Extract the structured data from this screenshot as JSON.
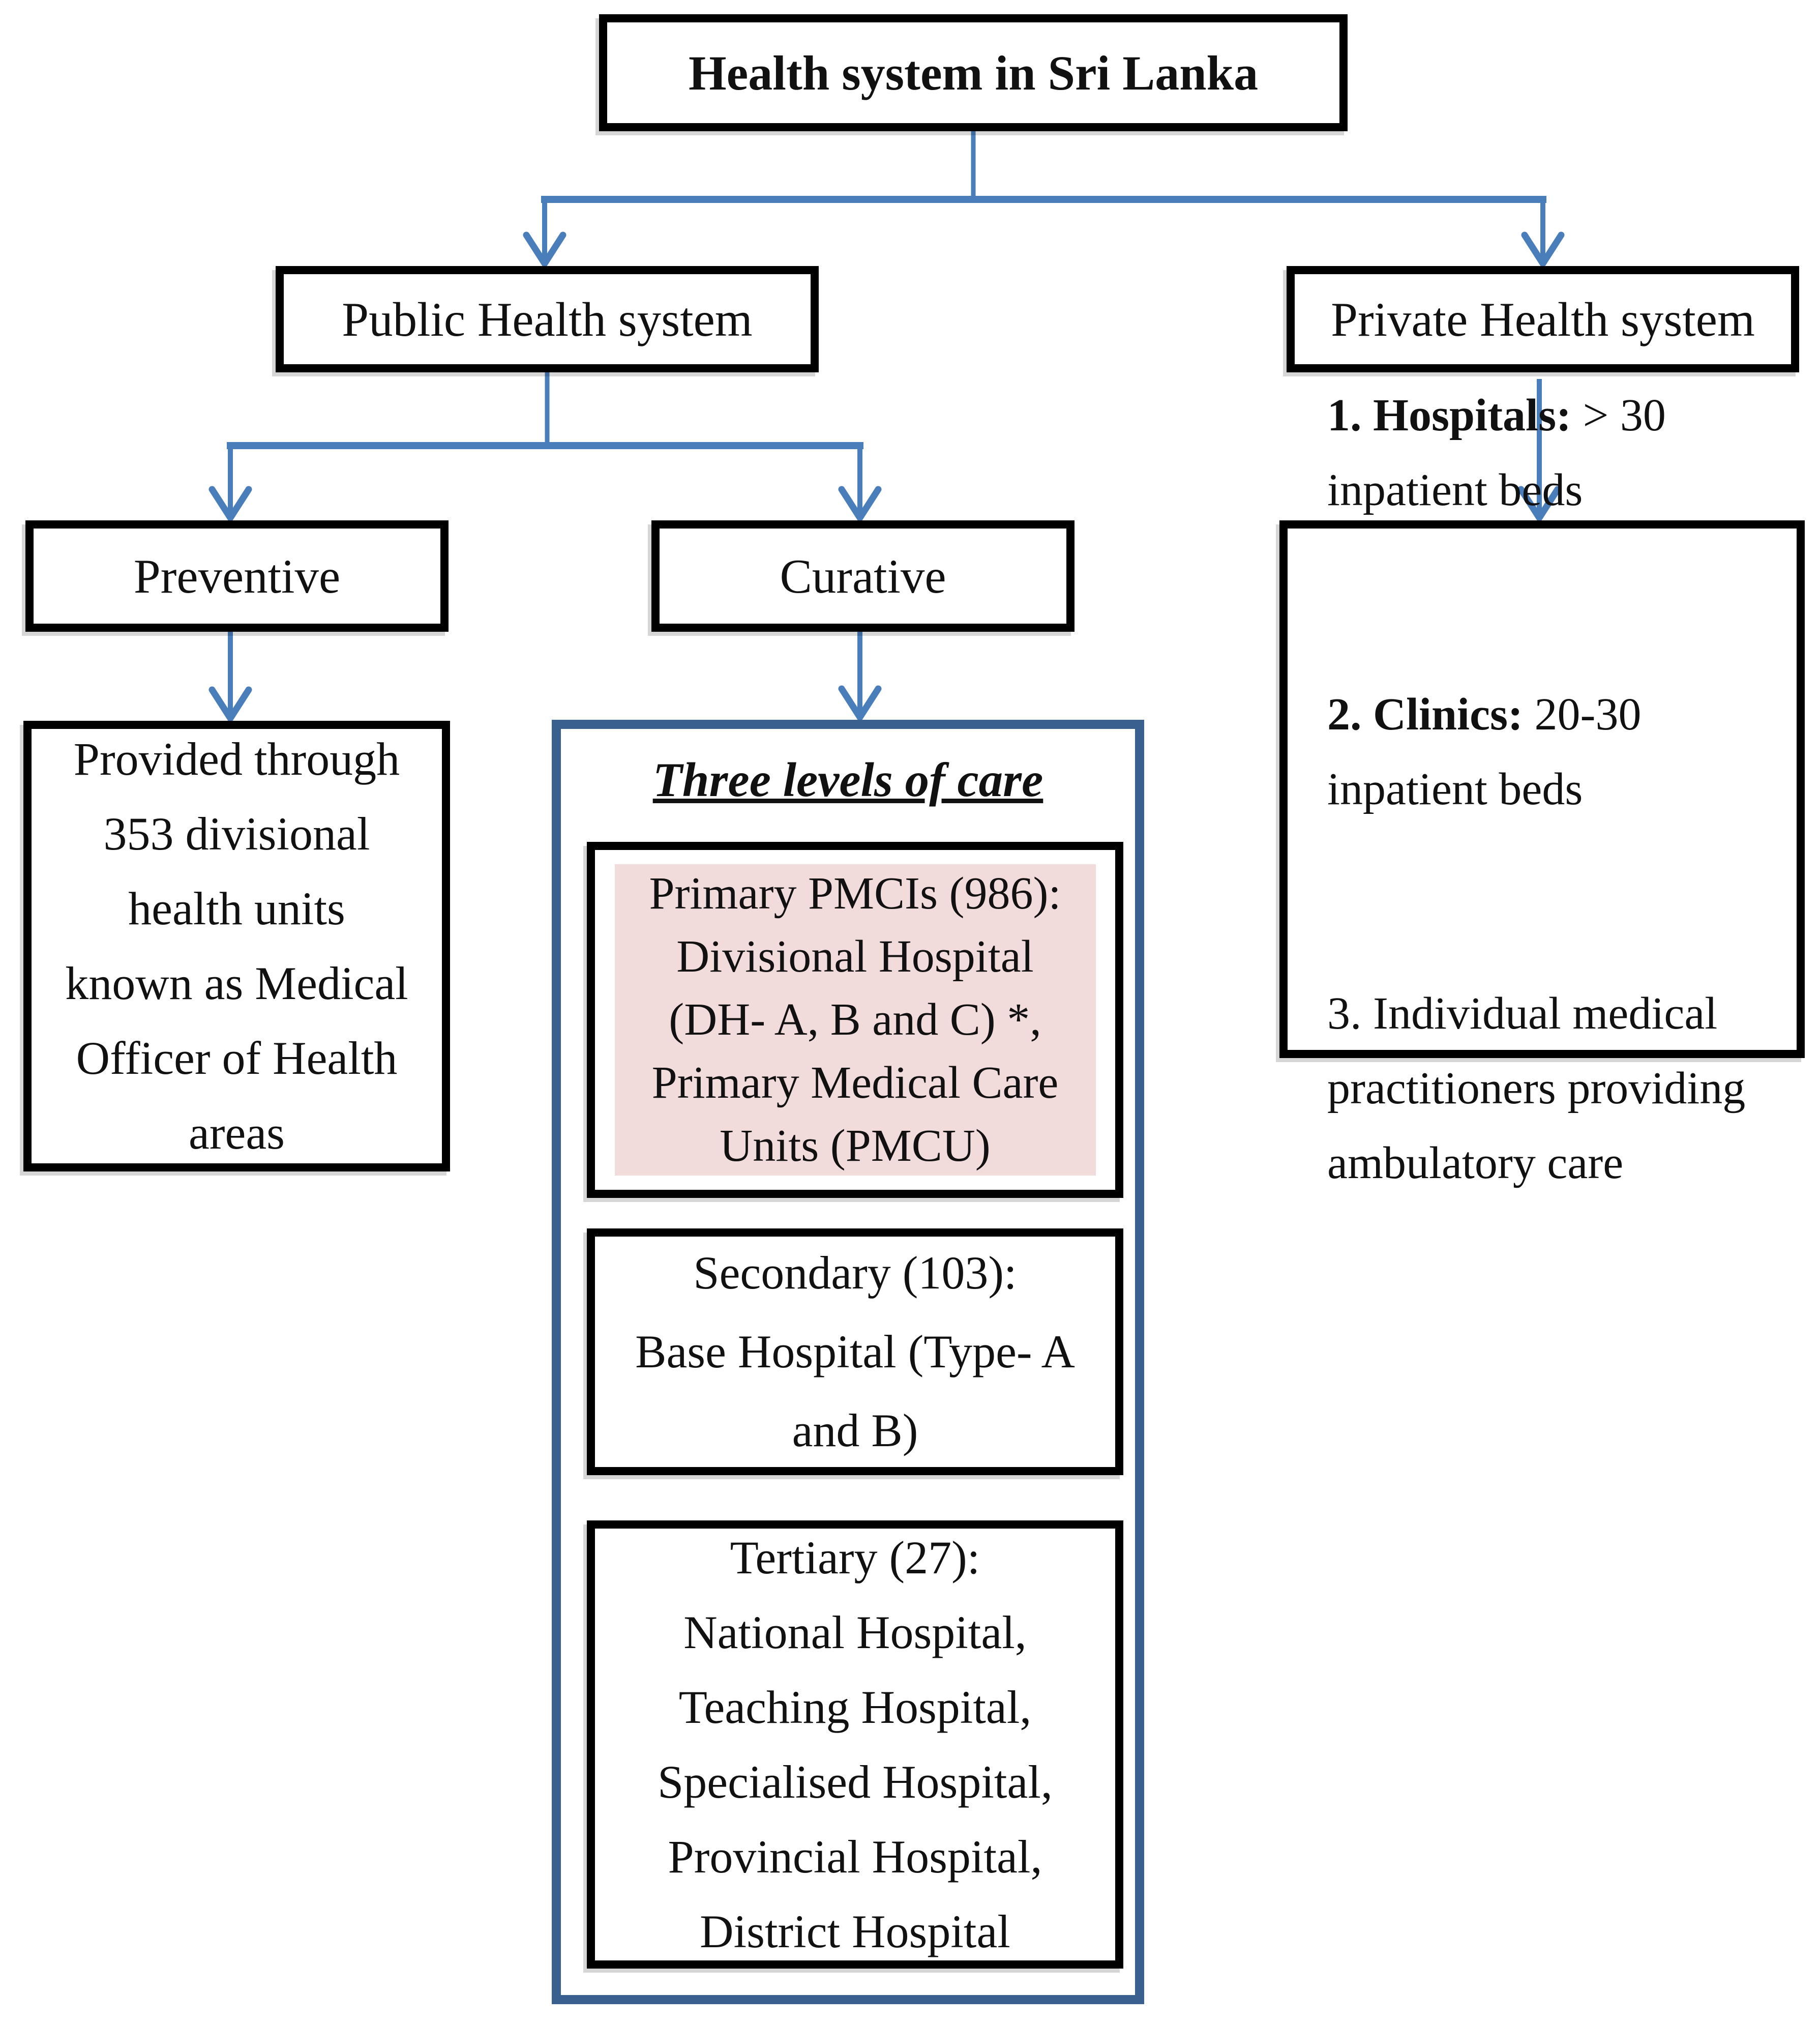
{
  "diagram": {
    "root": {
      "label": "Health system in Sri Lanka"
    },
    "public_branch": {
      "label": "Public Health system"
    },
    "private_branch": {
      "label": "Private Health system"
    },
    "preventive": {
      "label": "Preventive"
    },
    "curative": {
      "label": "Curative"
    },
    "preventive_detail": {
      "text": "Provided through\n353 divisional\nhealth units\nknown as Medical\nOfficer of Health\nareas"
    },
    "curative_detail": {
      "title": "Three levels of care",
      "levels": [
        {
          "name": "primary",
          "highlighted": true,
          "highlight_color": "#f2dcdb",
          "text": "Primary PMCIs (986):\nDivisional Hospital\n(DH- A, B and C) *,\nPrimary Medical Care\nUnits (PMCU)"
        },
        {
          "name": "secondary",
          "highlighted": false,
          "text": "Secondary (103):\nBase Hospital (Type- A\nand B)"
        },
        {
          "name": "tertiary",
          "highlighted": false,
          "text": "Tertiary (27):\nNational Hospital,\nTeaching Hospital,\nSpecialised Hospital,\nProvincial Hospital,\nDistrict Hospital"
        }
      ]
    },
    "private_detail": {
      "items": [
        {
          "label": "1. Hospitals:",
          "rest": " > 30\ninpatient beds",
          "bold_label": true
        },
        {
          "label": "2. Clinics:",
          "rest": " 20-30\ninpatient beds",
          "bold_label": true
        },
        {
          "label": "3.",
          "rest": " Individual medical\npractitioners providing\nambulatory care",
          "bold_label": false
        }
      ]
    },
    "colors": {
      "connector_blue": "#4a7ebb",
      "container_border_blue": "#3a6090",
      "highlight_pink": "#f2dcdb",
      "box_border": "#000000"
    }
  }
}
